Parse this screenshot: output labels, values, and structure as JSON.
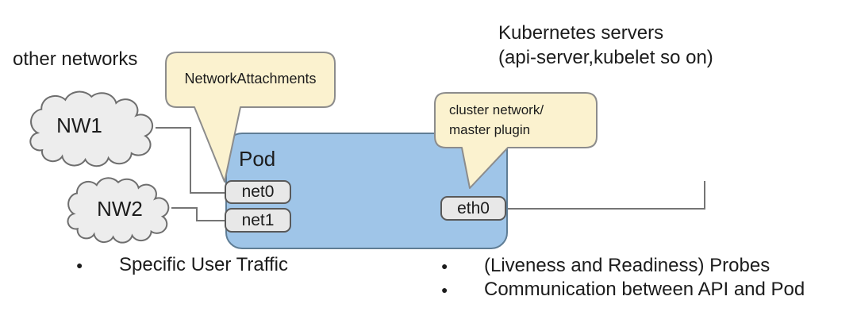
{
  "diagram": {
    "other_networks_label": "other networks",
    "kubernetes_servers": {
      "line1": "Kubernetes servers",
      "line2": "(api-server,kubelet so on)"
    },
    "clouds": [
      {
        "label": "NW1"
      },
      {
        "label": "NW2"
      }
    ],
    "pod": {
      "label": "Pod",
      "interfaces": {
        "net0": "net0",
        "net1": "net1",
        "eth0": "eth0"
      }
    },
    "callouts": {
      "network_attachments": "NetworkAttachments",
      "cluster_network_line1": "cluster network/",
      "cluster_network_line2": "master plugin"
    },
    "bullets": {
      "glyph": "●",
      "left": [
        "Specific User Traffic"
      ],
      "right": [
        "(Liveness and Readiness) Probes",
        "Communication between API and Pod"
      ]
    },
    "colors": {
      "pod_fill": "#9fc5e8",
      "pod_border": "#5f7d95",
      "callout_fill": "#fbf2cf",
      "callout_border": "#8c8c8c",
      "cloud_fill": "#ededed",
      "cloud_border": "#6e6e6e",
      "interface_box_fill": "#e8e8e8",
      "interface_box_border": "#595959",
      "connector_line": "#757575",
      "text": "#1c1c1c"
    }
  }
}
